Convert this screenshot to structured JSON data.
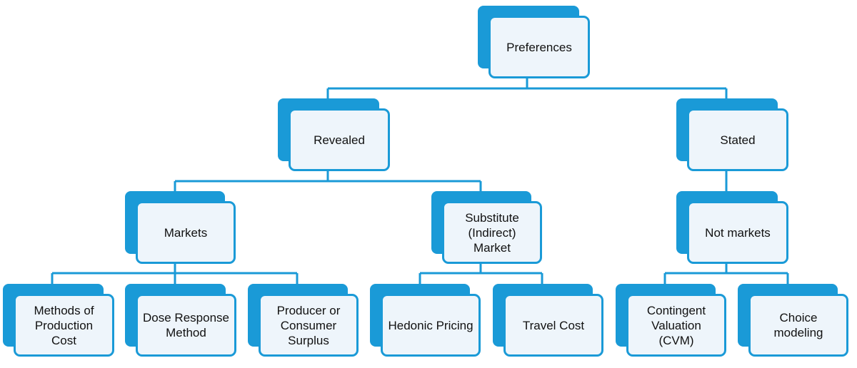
{
  "colors": {
    "accent": "#1a9ad7",
    "box_fill": "#eef5fb",
    "text": "#111111"
  },
  "diagram": {
    "nodes": [
      {
        "id": "preferences",
        "label": "Preferences"
      },
      {
        "id": "revealed",
        "label": "Revealed"
      },
      {
        "id": "stated",
        "label": "Stated"
      },
      {
        "id": "markets",
        "label": "Markets"
      },
      {
        "id": "substitute-market",
        "label": "Substitute\n(Indirect)\nMarket"
      },
      {
        "id": "not-markets",
        "label": "Not markets"
      },
      {
        "id": "methods-of-production-cost",
        "label": "Methods of\nProduction\nCost"
      },
      {
        "id": "dose-response-method",
        "label": "Dose Response\nMethod"
      },
      {
        "id": "producer-consumer-surplus",
        "label": "Producer or\nConsumer\nSurplus"
      },
      {
        "id": "hedonic-pricing",
        "label": "Hedonic Pricing"
      },
      {
        "id": "travel-cost",
        "label": "Travel Cost"
      },
      {
        "id": "contingent-valuation",
        "label": "Contingent\nValuation\n(CVM)"
      },
      {
        "id": "choice-modeling",
        "label": "Choice\nmodeling"
      }
    ],
    "edges": [
      [
        "preferences",
        "revealed"
      ],
      [
        "preferences",
        "stated"
      ],
      [
        "revealed",
        "markets"
      ],
      [
        "revealed",
        "substitute-market"
      ],
      [
        "stated",
        "not-markets"
      ],
      [
        "markets",
        "methods-of-production-cost"
      ],
      [
        "markets",
        "dose-response-method"
      ],
      [
        "markets",
        "producer-consumer-surplus"
      ],
      [
        "substitute-market",
        "hedonic-pricing"
      ],
      [
        "substitute-market",
        "travel-cost"
      ],
      [
        "not-markets",
        "contingent-valuation"
      ],
      [
        "not-markets",
        "choice-modeling"
      ]
    ]
  }
}
